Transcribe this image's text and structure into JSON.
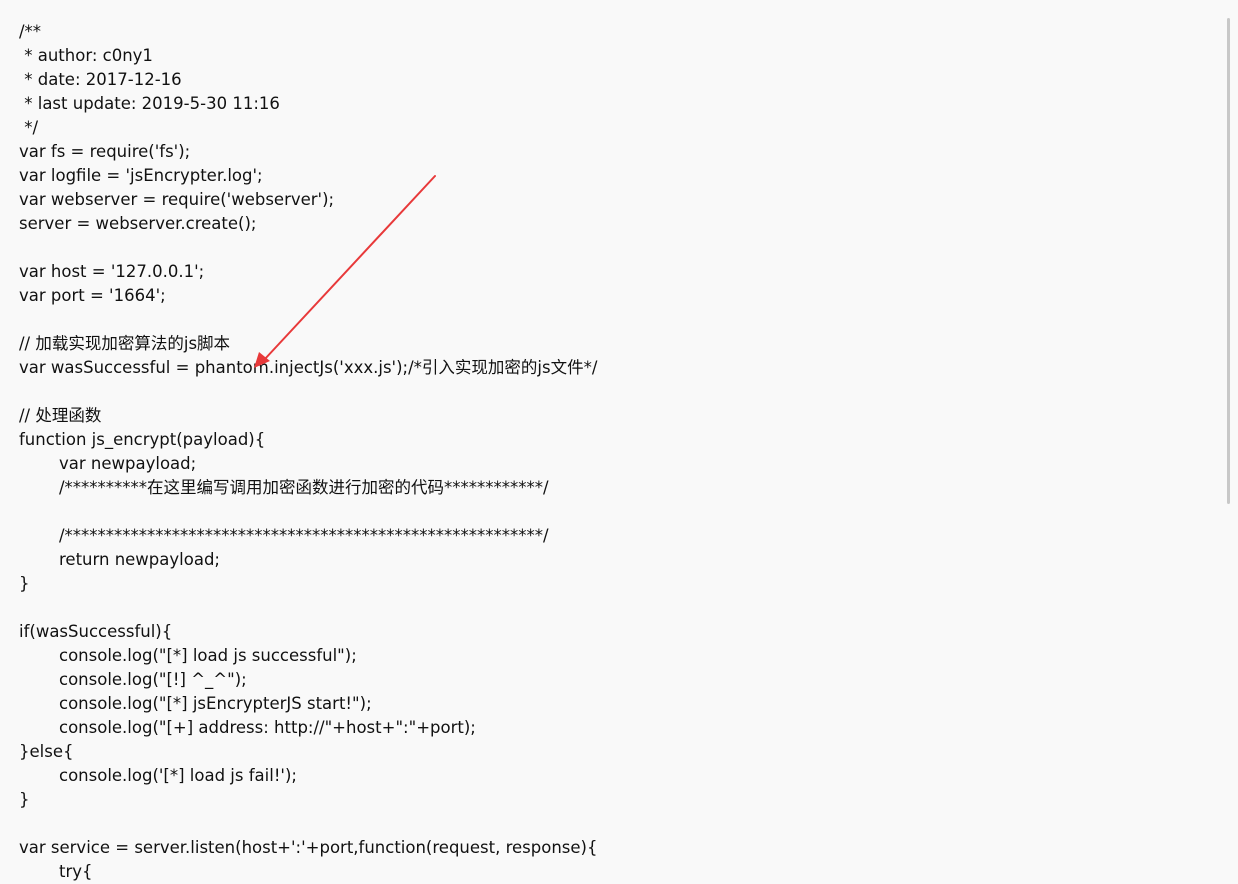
{
  "code_lines": [
    {
      "text": "/**",
      "indent": 0
    },
    {
      "text": " * author: c0ny1",
      "indent": 0
    },
    {
      "text": " * date: 2017-12-16",
      "indent": 0
    },
    {
      "text": " * last update: 2019-5-30 11:16",
      "indent": 0
    },
    {
      "text": " */",
      "indent": 0
    },
    {
      "text": "var fs = require('fs');",
      "indent": 0
    },
    {
      "text": "var logfile = 'jsEncrypter.log';",
      "indent": 0
    },
    {
      "text": "var webserver = require('webserver');",
      "indent": 0
    },
    {
      "text": "server = webserver.create();",
      "indent": 0
    },
    {
      "text": "",
      "indent": 0
    },
    {
      "text": "var host = '127.0.0.1';",
      "indent": 0
    },
    {
      "text": "var port = '1664';",
      "indent": 0
    },
    {
      "text": "",
      "indent": 0
    },
    {
      "text": "// 加载实现加密算法的js脚本",
      "indent": 0
    },
    {
      "text": "var wasSuccessful = phantom.injectJs('xxx.js');/*引入实现加密的js文件*/",
      "indent": 0
    },
    {
      "text": "",
      "indent": 0
    },
    {
      "text": "// 处理函数",
      "indent": 0
    },
    {
      "text": "function js_encrypt(payload){",
      "indent": 0
    },
    {
      "text": "var newpayload;",
      "indent": 1
    },
    {
      "text": "/**********在这里编写调用加密函数进行加密的代码************/",
      "indent": 1
    },
    {
      "text": "",
      "indent": 0
    },
    {
      "text": "/**********************************************************/",
      "indent": 1
    },
    {
      "text": "return newpayload;",
      "indent": 1
    },
    {
      "text": "}",
      "indent": 0
    },
    {
      "text": "",
      "indent": 0
    },
    {
      "text": "if(wasSuccessful){",
      "indent": 0
    },
    {
      "text": "console.log(\"[*] load js successful\");",
      "indent": 1
    },
    {
      "text": "console.log(\"[!] ^_^\");",
      "indent": 1
    },
    {
      "text": "console.log(\"[*] jsEncrypterJS start!\");",
      "indent": 1
    },
    {
      "text": "console.log(\"[+] address: http://\"+host+\":\"+port);",
      "indent": 1
    },
    {
      "text": "}else{",
      "indent": 0
    },
    {
      "text": "console.log('[*] load js fail!');",
      "indent": 1
    },
    {
      "text": "}",
      "indent": 0
    },
    {
      "text": "",
      "indent": 0
    },
    {
      "text": "var service = server.listen(host+':'+port,function(request, response){",
      "indent": 0
    },
    {
      "text": "try{",
      "indent": 1
    }
  ],
  "annotation": {
    "arrow_color": "#e8393a"
  },
  "scrollbar": {
    "color": "#c8c8c8"
  }
}
